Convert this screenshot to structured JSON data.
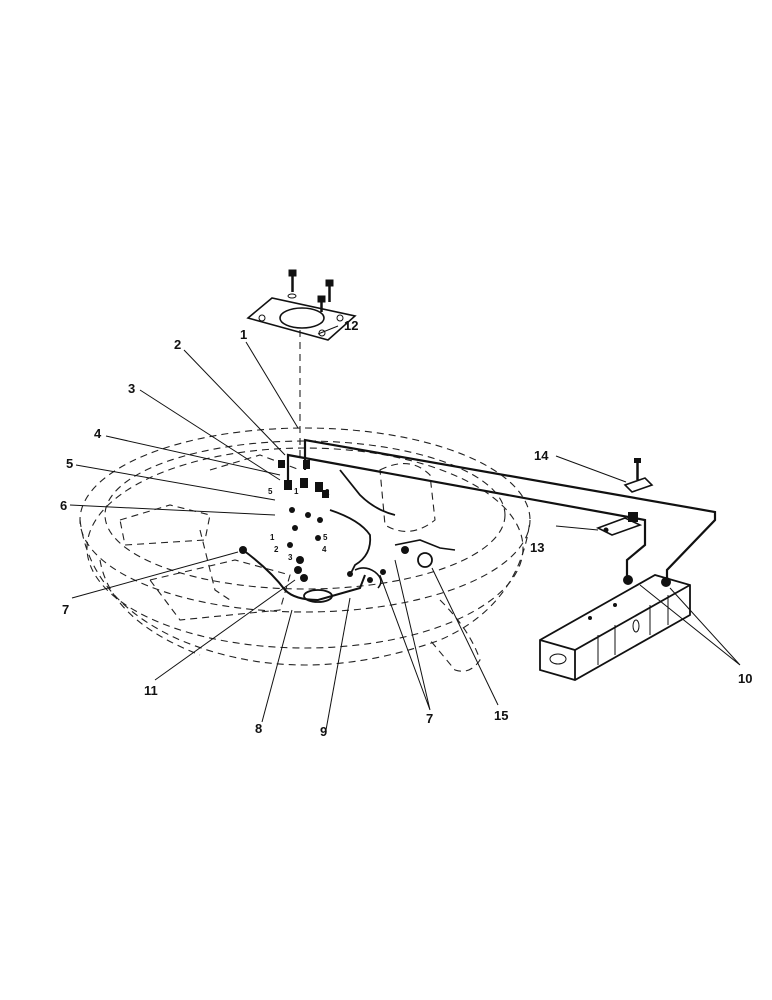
{
  "diagram": {
    "callouts": [
      {
        "id": "c1",
        "text": "1"
      },
      {
        "id": "c2",
        "text": "2"
      },
      {
        "id": "c3",
        "text": "3"
      },
      {
        "id": "c4",
        "text": "4"
      },
      {
        "id": "c5",
        "text": "5"
      },
      {
        "id": "c6",
        "text": "6"
      },
      {
        "id": "c7a",
        "text": "7"
      },
      {
        "id": "c7b",
        "text": "7"
      },
      {
        "id": "c8",
        "text": "8"
      },
      {
        "id": "c9",
        "text": "9"
      },
      {
        "id": "c10",
        "text": "10"
      },
      {
        "id": "c11",
        "text": "11"
      },
      {
        "id": "c12",
        "text": "12"
      },
      {
        "id": "c13",
        "text": "13"
      },
      {
        "id": "c14",
        "text": "14"
      },
      {
        "id": "c15",
        "text": "15"
      }
    ],
    "terminal_marks": [
      "5",
      "1",
      "2",
      "1",
      "2",
      "3",
      "5",
      "4"
    ]
  }
}
